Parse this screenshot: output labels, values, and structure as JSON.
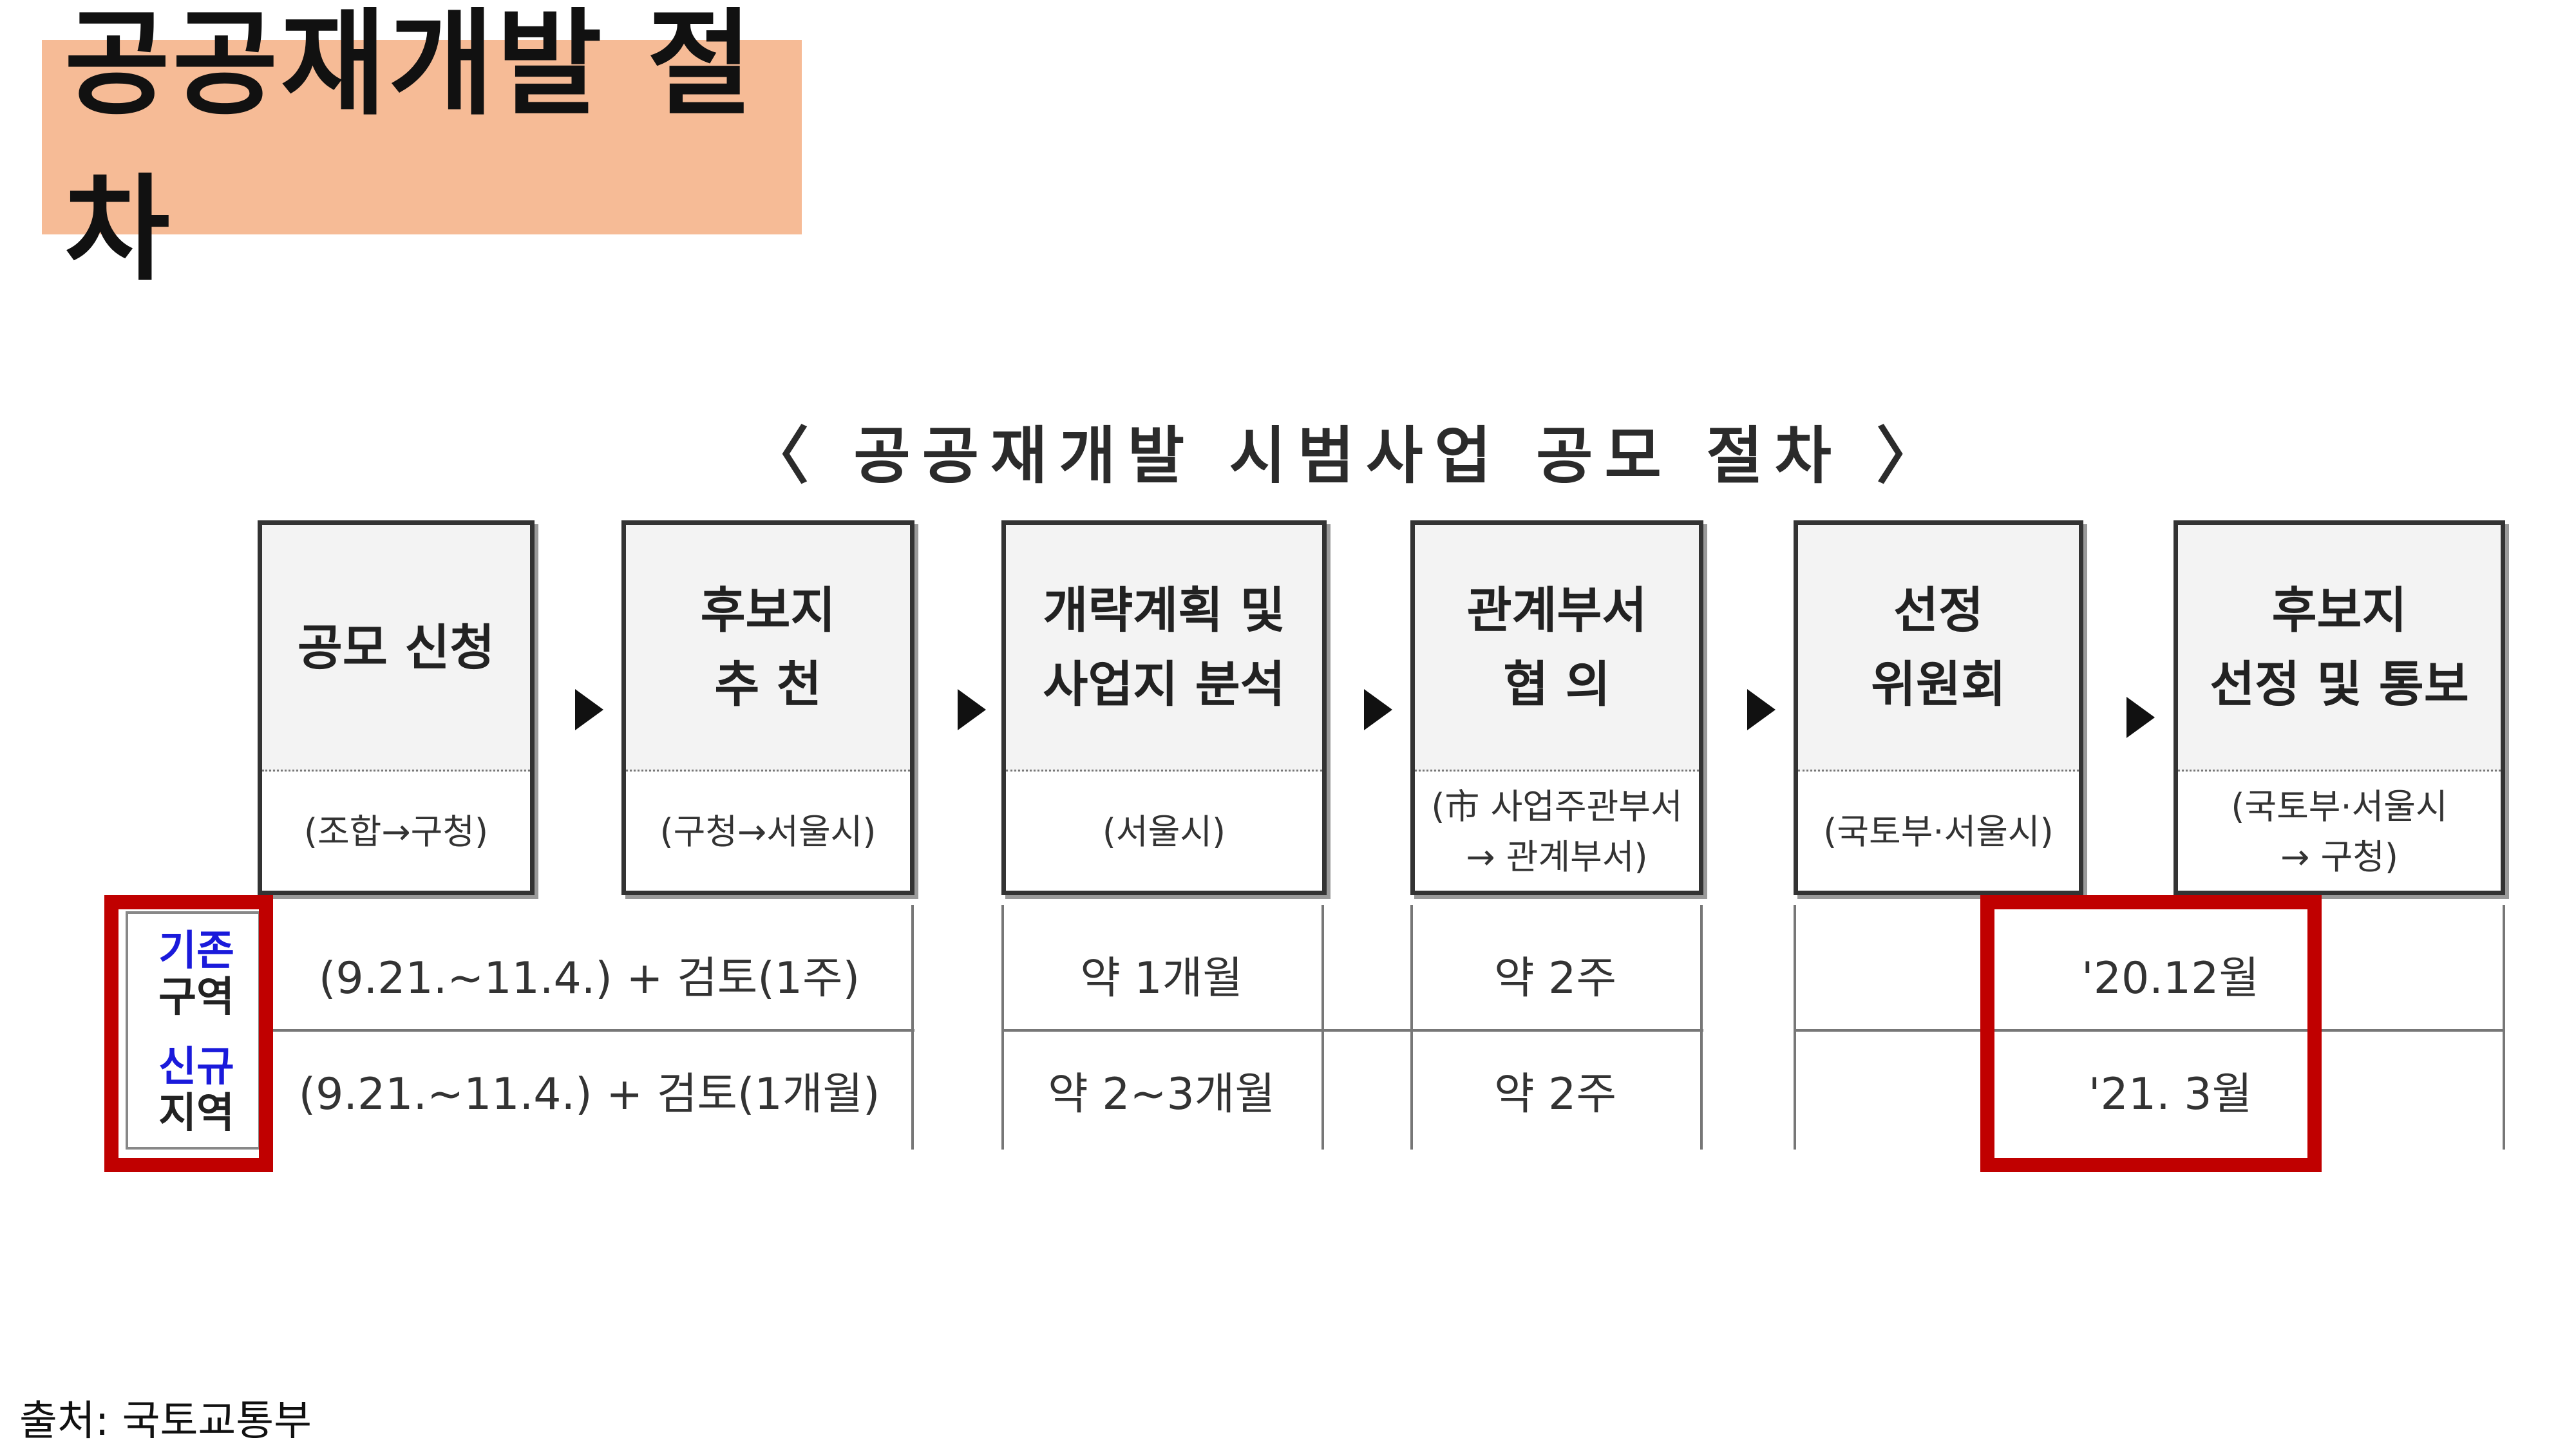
{
  "heading": "공공재개발 절차",
  "diagram_title": "〈 공공재개발 시범사업 공모 절차 〉",
  "steps": [
    {
      "title": "공모 신청",
      "sub": "(조합→구청)"
    },
    {
      "title": "후보지\n추  천",
      "sub": "(구청→서울시)"
    },
    {
      "title": "개략계획 및\n사업지 분석",
      "sub": "(서울시)"
    },
    {
      "title": "관계부서\n협    의",
      "sub": "(市 사업주관부서\n→ 관계부서)"
    },
    {
      "title": "선정\n위원회",
      "sub": "(국토부·서울시)"
    },
    {
      "title": "후보지\n선정 및 통보",
      "sub": "(국토부·서울시\n→ 구청)"
    }
  ],
  "rows": [
    {
      "label_line1": "기존",
      "label_line2": "구역",
      "application": "(9.21.~11.4.) + 검토(1주)",
      "analysis": "약 1개월",
      "consultation": "약 2주",
      "notification": "'20.12월"
    },
    {
      "label_line1": "신규",
      "label_line2": "지역",
      "application": "(9.21.~11.4.) + 검토(1개월)",
      "analysis": "약 2~3개월",
      "consultation": "약 2주",
      "notification": "'21. 3월"
    }
  ],
  "source": "출처: 국토교통부",
  "colors": {
    "heading_bg": "#f6bb96",
    "highlight": "#c00000",
    "label_blue": "#1a1adb"
  }
}
